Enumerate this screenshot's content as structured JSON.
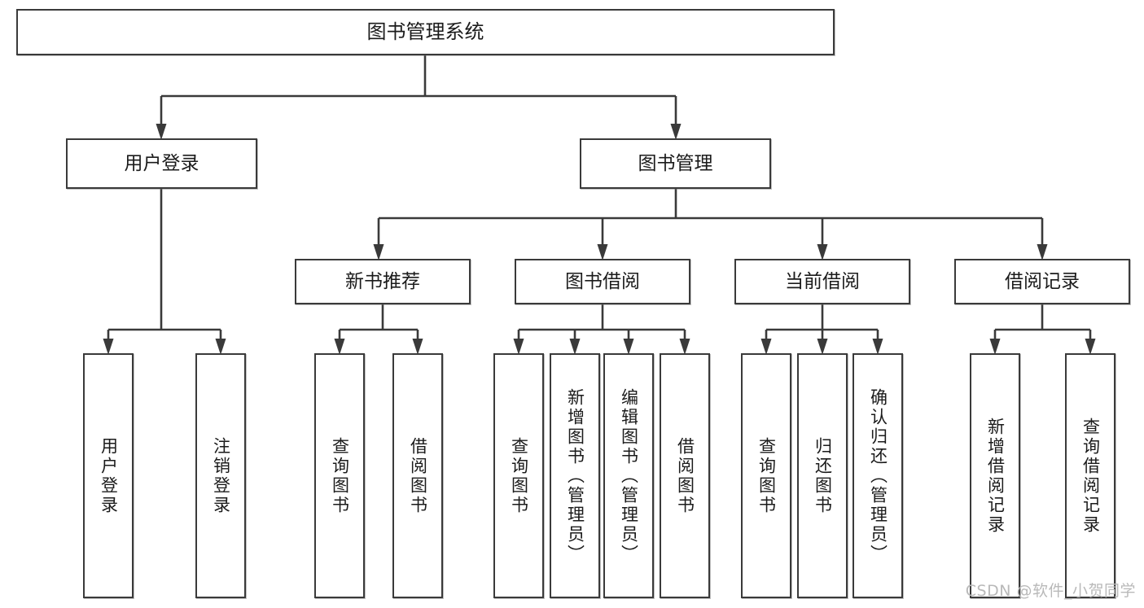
{
  "diagram": {
    "title": "图书管理系统",
    "watermark": "CSDN @软件_小贺同学",
    "stroke_color": "#3a3a3a",
    "text_color": "#1b1b1b",
    "background_color": "#ffffff",
    "root": {
      "label": "图书管理系统"
    },
    "level1": [
      {
        "label": "用户登录"
      },
      {
        "label": "图书管理"
      }
    ],
    "level2": [
      {
        "label": "新书推荐"
      },
      {
        "label": "图书借阅"
      },
      {
        "label": "当前借阅"
      },
      {
        "label": "借阅记录"
      }
    ],
    "leaves": {
      "user_login": [
        {
          "label": "用户登录"
        },
        {
          "label": "注销登录"
        }
      ],
      "new_book_recommend": [
        {
          "label": "查询图书"
        },
        {
          "label": "借阅图书"
        }
      ],
      "book_borrow": [
        {
          "label": "查询图书"
        },
        {
          "label": "新增图书（管理员）"
        },
        {
          "label": "编辑图书（管理员）"
        },
        {
          "label": "借阅图书"
        }
      ],
      "current_borrow": [
        {
          "label": "查询图书"
        },
        {
          "label": "归还图书"
        },
        {
          "label": "确认归还（管理员）"
        }
      ],
      "borrow_record": [
        {
          "label": "新增借阅记录"
        },
        {
          "label": "查询借阅记录"
        }
      ]
    }
  }
}
